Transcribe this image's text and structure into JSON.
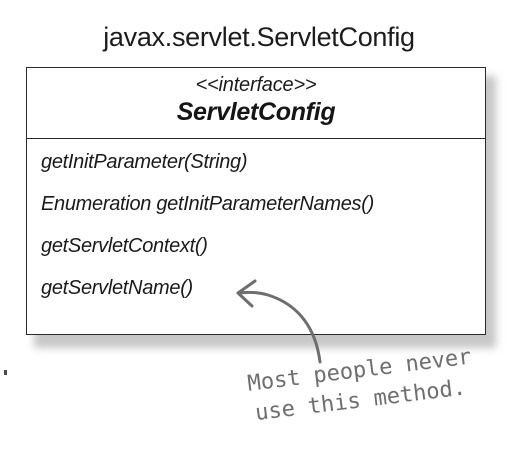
{
  "package_title": "javax.servlet.ServletConfig",
  "interface": {
    "stereotype": "<<interface>>",
    "name": "ServletConfig"
  },
  "methods": [
    "getInitParameter(String)",
    "Enumeration getInitParameterNames()",
    "getServletContext()",
    "getServletName()"
  ],
  "annotation": {
    "lines": [
      "Most people never",
      "use this method."
    ],
    "color": "#6e6e6e",
    "points_to": "getServletName()"
  }
}
